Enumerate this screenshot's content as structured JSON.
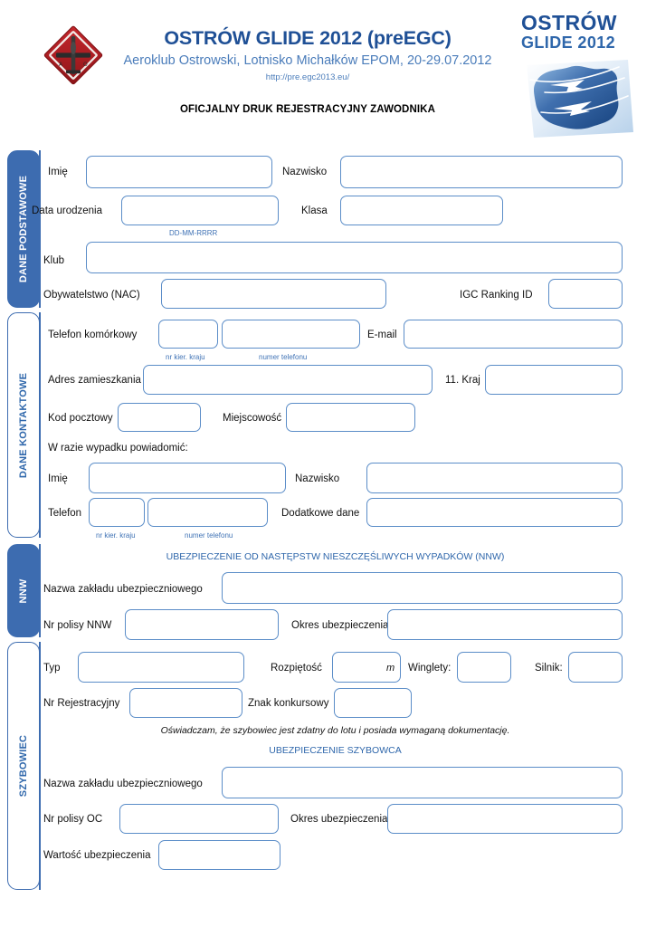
{
  "header": {
    "main_title": "OSTRÓW GLIDE 2012 (preEGC)",
    "subtitle": "Aeroklub Ostrowski, Lotnisko Michałków EPOM, 20-29.07.2012",
    "url": "http://pre.egc2013.eu/",
    "doc_title": "OFICJALNY DRUK REJESTRACYJNY ZAWODNIKA",
    "logo_left_name": "Aeroklub Ostrowski",
    "logo_right_line1": "OSTRÓW",
    "logo_right_line2": "GLIDE 2012"
  },
  "colors": {
    "tab_blue": "#3d6cb0",
    "field_border": "#5b8dc8",
    "title_blue": "#1f5096",
    "subtitle_blue": "#4a7cba",
    "hint_blue": "#3f72b5",
    "logo_red": "#b01f24"
  },
  "sections": [
    {
      "id": "dane-podstawowe",
      "tab_label": "DANE PODSTAWOWE",
      "style": "filled",
      "labels": {
        "imie": "Imię",
        "nazwisko": "Nazwisko",
        "data_urodzenia": "Data urodzenia",
        "klasa": "Klasa",
        "klub": "Klub",
        "obywatelstwo": "Obywatelstwo (NAC)",
        "igc_ranking_id": "IGC Ranking ID"
      },
      "hints": {
        "data_format": "DD-MM-RRRR"
      },
      "values": {
        "imie": "",
        "nazwisko": "",
        "data_urodzenia": "",
        "klasa": "",
        "klub": "",
        "obywatelstwo": "",
        "igc_ranking_id": ""
      }
    },
    {
      "id": "dane-kontaktowe",
      "tab_label": "DANE KONTAKTOWE",
      "style": "outline",
      "labels": {
        "telefon_komorkowy": "Telefon komórkowy",
        "email": "E-mail",
        "adres": "Adres zamieszkania",
        "kraj": "11. Kraj",
        "kod_pocztowy": "Kod pocztowy",
        "miejscowosc": "Miejscowość",
        "w_razie_wypadku": "W razie wypadku powiadomić:",
        "imie": "Imię",
        "nazwisko": "Nazwisko",
        "telefon": "Telefon",
        "dodatkowe_dane": "Dodatkowe dane"
      },
      "hints": {
        "nr_kier_kraju": "nr kier. kraju",
        "numer_telefonu": "numer telefonu",
        "nr_kier_kraju_2": "nr kier. kraju",
        "numer_telefonu_2": "numer telefonu"
      },
      "values": {
        "tel_kier": "",
        "tel_numer": "",
        "email": "",
        "adres": "",
        "kraj": "",
        "kod_pocztowy": "",
        "miejscowosc": "",
        "ice_imie": "",
        "ice_nazwisko": "",
        "ice_tel_kier": "",
        "ice_tel_numer": "",
        "dodatkowe_dane": ""
      }
    },
    {
      "id": "nnw",
      "tab_label": "NNW",
      "style": "filled",
      "heading": "UBEZPIECZENIE OD NASTĘPSTW NIESZCZĘŚLIWYCH WYPADKÓW (NNW)",
      "labels": {
        "nazwa_zakladu": "Nazwa zakładu ubezpieczniowego",
        "nr_polisy": "Nr polisy NNW",
        "okres": "Okres ubezpieczenia"
      },
      "values": {
        "nazwa_zakladu": "",
        "nr_polisy": "",
        "okres": ""
      }
    },
    {
      "id": "szybowiec",
      "tab_label": "SZYBOWIEC",
      "style": "outline",
      "heading": "UBEZPIECZENIE SZYBOWCA",
      "note": "Oświadczam, że szybowiec jest zdatny do lotu i posiada wymaganą dokumentację.",
      "labels": {
        "typ": "Typ",
        "rozpietosc": "Rozpiętość",
        "winglety": "Winglety:",
        "silnik": "Silnik:",
        "nr_rejestracyjny": "Nr Rejestracyjny",
        "znak_konkursowy": "Znak konkursowy",
        "nazwa_zakladu": "Nazwa zakładu ubezpieczniowego",
        "nr_polisy_oc": "Nr polisy OC",
        "okres": "Okres ubezpieczenia",
        "wartosc": "Wartość ubezpieczenia"
      },
      "units": {
        "rozpietosc": "m"
      },
      "values": {
        "typ": "",
        "rozpietosc": "",
        "winglety": "",
        "silnik": "",
        "nr_rejestracyjny": "",
        "znak_konkursowy": "",
        "nazwa_zakladu": "",
        "nr_polisy_oc": "",
        "okres": "",
        "wartosc": ""
      }
    }
  ]
}
